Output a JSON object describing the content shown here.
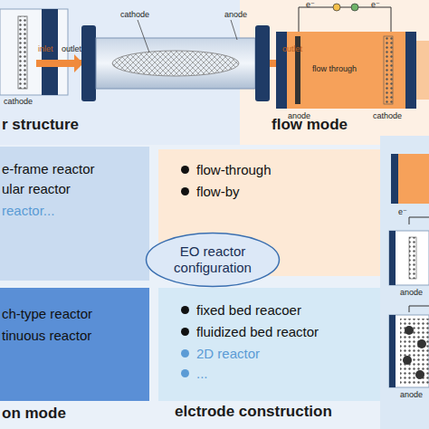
{
  "diagram": {
    "nodes": [
      {
        "text": [
          "r structure",
          "e-frame reactor",
          "ular reactor",
          "reactor..."
        ]
      },
      {
        "text": [
          "flow mode",
          "flow-through",
          "flow-by"
        ]
      },
      {
        "text": [
          "EO reactor configuration"
        ]
      },
      {
        "text": [
          "ch-type reactor",
          "tinuous reactor",
          "on mode"
        ]
      },
      {
        "text": [
          "fixed bed reacoer",
          "fluidized bed reactor",
          "2D reactor",
          "...",
          "elctrode construction"
        ]
      }
    ],
    "labels": [
      "cathode",
      "outlet",
      "cathode",
      "anode",
      "inlet",
      "outlet",
      "flow through",
      "anode",
      "cathode",
      "e⁻",
      "e⁻",
      "e⁻",
      "anode",
      "anode"
    ]
  }
}
